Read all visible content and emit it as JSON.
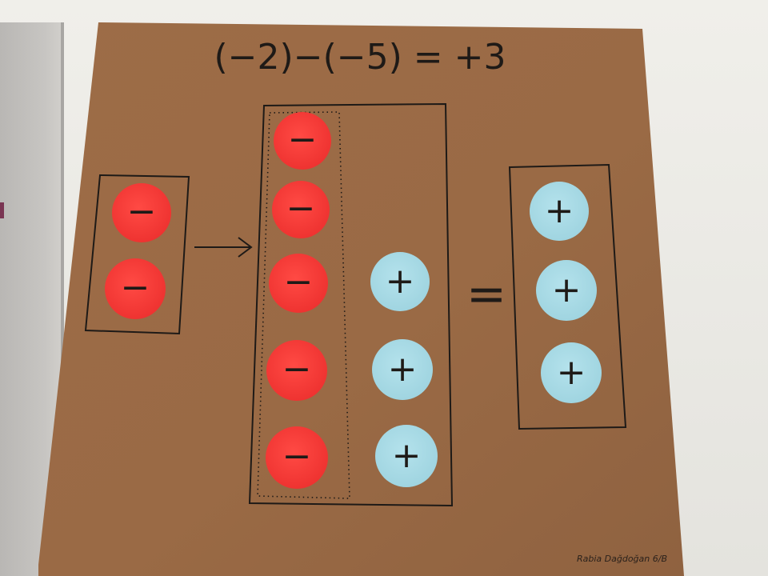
{
  "equation": "(−2)−(−5) = +3",
  "signature": "Rabia   Dağdoğan 6/B",
  "symbols": {
    "negative": "−",
    "positive": "+",
    "equals": "="
  },
  "colors": {
    "cardboard": "#9a6a45",
    "negative_chip": "#f43a36",
    "positive_chip": "#a9dbe6",
    "ink": "#1e1a17"
  },
  "left_box": {
    "negative_count": 2
  },
  "middle_box": {
    "negative_count": 5,
    "positive_count": 3
  },
  "right_box": {
    "positive_count": 3
  }
}
